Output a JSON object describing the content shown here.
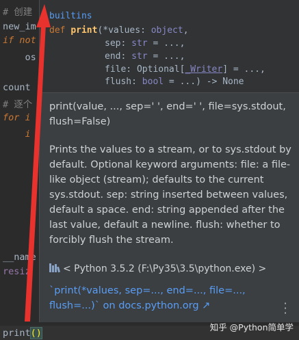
{
  "editor": {
    "lines": [
      {
        "text": "# 创建",
        "style": "comment"
      },
      {
        "text": "new_im",
        "style": "plain"
      },
      {
        "text": "if not",
        "style": "keyword"
      },
      {
        "text": "    os",
        "style": "plain"
      },
      {
        "text": "count",
        "style": "plain"
      },
      {
        "text": "# 逐个",
        "style": "comment"
      },
      {
        "text": "for i",
        "style": "keyword"
      },
      {
        "text": "    i",
        "style": "keyword"
      },
      {
        "text": "__name",
        "style": "plain"
      },
      {
        "text": "resiz",
        "style": "resize"
      }
    ],
    "current_line": {
      "func": "print",
      "parens": "()"
    }
  },
  "popup": {
    "module": "builtins",
    "signature": {
      "def_kw": "def",
      "name": "print",
      "line1_params": "(*values: ",
      "line1_type": "object",
      "line2_param": "sep: ",
      "line2_type": "str",
      "line2_rest": " = ...,",
      "line3_param": "end: ",
      "line3_type": "str",
      "line3_rest": " = ...,",
      "line4_param": "file: Optional[",
      "line4_type": "_Writer",
      "line4_rest": "] = ...,",
      "line5_param": "flush: ",
      "line5_type": "bool",
      "line5_rest": " = ...) -> None"
    },
    "doc_signature": "print(value, ..., sep=' ', end=' ', file=sys.stdout, flush=False)",
    "doc_body": "Prints the values to a stream, or to sys.stdout by default. Optional keyword arguments: file: a file-like object (stream); defaults to the current sys.stdout. sep: string inserted between values, default a space. end: string appended after the last value, default a newline. flush: whether to forcibly flush the stream.",
    "python_env": "< Python 3.5.2 (F:\\Py35\\3.5\\python.exe) >",
    "doc_link": "`print(*values, sep=..., end=..., file=..., flush=...)` on docs.python.org ↗",
    "more_icon": "vertical-ellipsis-icon"
  },
  "watermark": "知乎 @Python简单学",
  "colors": {
    "arrow": "#e8322d",
    "link": "#589df6",
    "popup_bg": "#3c3f41",
    "editor_bg": "#2b2b2b"
  }
}
